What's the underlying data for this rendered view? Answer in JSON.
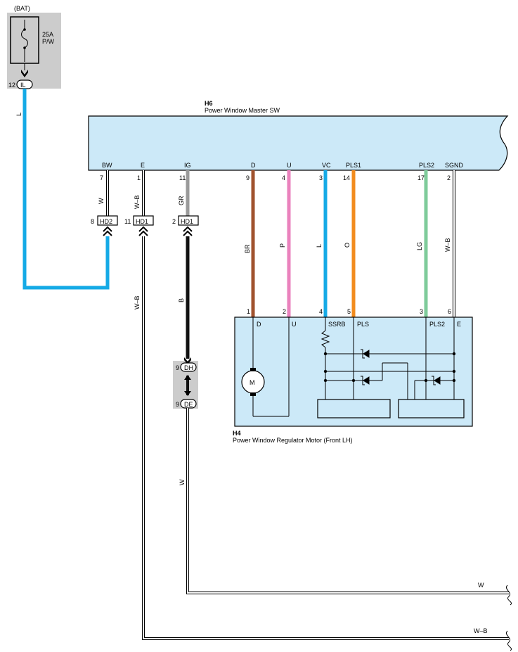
{
  "colors": {
    "panel": "#cce9f8",
    "gray": "#cccccc",
    "blue": "#15aae6",
    "brown": "#a0522d",
    "pink": "#ea82bd",
    "orange": "#f28c1e",
    "green": "#7ecb9a",
    "gray_wire": "#9a9a9a",
    "black": "#111111",
    "white_wire": "#ffffff",
    "outline": "#000000"
  },
  "fuse": {
    "source": "(BAT)",
    "rating": "25A",
    "name": "P/W",
    "pin": "12",
    "connector": "IL"
  },
  "master": {
    "id": "H6",
    "name": "Power Window Master SW",
    "terminals": [
      "BW",
      "E",
      "IG",
      "D",
      "U",
      "VC",
      "PLS1",
      "PLS2",
      "SGND"
    ],
    "pins": [
      "7",
      "1",
      "11",
      "9",
      "4",
      "3",
      "14",
      "17",
      "2"
    ]
  },
  "wire_colors": {
    "bat": "L",
    "bw": "W",
    "e": "W–B",
    "e_down": "W–B",
    "ig": "GR",
    "ig_down": "B",
    "d": "BR",
    "u": "P",
    "vc": "L",
    "pls1": "O",
    "pls2": "LG",
    "sgnd": "W–B",
    "dh_down": "W",
    "right_w": "W",
    "right_wb": "W–B"
  },
  "connectors": {
    "hd2_pin": "8",
    "hd2": "HD2",
    "hd1a_pin": "11",
    "hd1a": "HD1",
    "hd1b_pin": "2",
    "hd1b": "HD1",
    "dh_pin": "9",
    "dh": "DH",
    "de_pin": "9",
    "de": "DE"
  },
  "motor": {
    "id": "H4",
    "name": "Power Window Regulator Motor (Front LH)",
    "pins": [
      "1",
      "2",
      "4",
      "5",
      "3",
      "6"
    ],
    "terminals": [
      "D",
      "U",
      "SSRB",
      "PLS",
      "PLS2",
      "E"
    ],
    "symbol": "M"
  }
}
